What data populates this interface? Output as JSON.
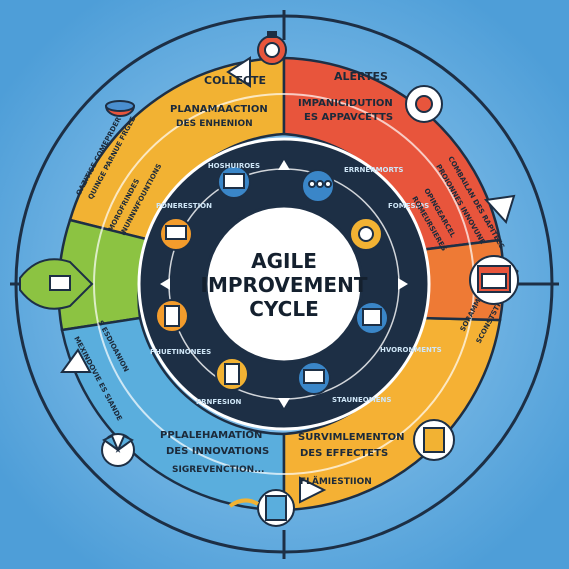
{
  "center": {
    "line1": "AGILE",
    "line2": "IMPROVEMENT",
    "line3": "CYCLE"
  },
  "segments": {
    "collecte": "COLLECTE",
    "alertes": "ALERTES",
    "planning_1": "PLANAMAACTION",
    "planning_2": "DES ENHENION",
    "impl_1": "IMPANICIDUTION",
    "impl_2": "ES APPAVCETTS",
    "deploy_1": "PPLALEHAMATION",
    "deploy_2": "DES INNOVATIONS",
    "deploy_3": "SIGREVENCTION...",
    "survey_1": "SURVIMLEMENTON",
    "survey_2": "DES EFFECTETS",
    "survey_3": "FLÄMIESTIION"
  },
  "side_text": {
    "left_outer_1": "OAZITISE COMEPRDER",
    "left_outer_2": "QUINGE PARNUE FRGEE",
    "left_inner_1": "MOROFRINDES",
    "left_inner_2": "INUNNWFOUNTIONS",
    "right_outer_1": "COMBAILAN DES RAPITEES",
    "right_outer_2": "PROIONNES INNOVUNE",
    "right_inner_1": "OPINGEARCEL",
    "right_inner_2": "ROMEURSIERES",
    "bl_1": "MEXINDOVIE ES SIANDE",
    "bl_2": "S ESDIOANION",
    "br_1": "SORAMMEIRCEPNS",
    "br_2": "SCONSTSTROMANEIS"
  },
  "inner_ring": {
    "t1": "HOSHUIROES",
    "t2": "ERRNERMORTS",
    "t3": "PDNERESTION",
    "t4": "FOMESIOS",
    "t5": "PHUETINONEES",
    "t6": "HVORONMENTS",
    "t7": "PRNFESION",
    "t8": "STAUNEOMENS"
  },
  "icons": [
    "stopwatch-icon",
    "pie-chart-icon",
    "presentation-board-icon",
    "chat-bubble-icon",
    "clipboard-icon",
    "fan-icon",
    "document-icon",
    "browser-window-icon",
    "dashboard-icon",
    "team-icon",
    "gear-icon",
    "laptop-chart-icon",
    "checklist-icon",
    "monitor-icon",
    "papers-icon"
  ],
  "colors": {
    "background": "#6fb3e3",
    "yellow": "#f2b233",
    "red": "#e8553c",
    "green": "#8cc342",
    "blue": "#5aaedd",
    "orange": "#f39c2c",
    "navy": "#1d2f45"
  }
}
